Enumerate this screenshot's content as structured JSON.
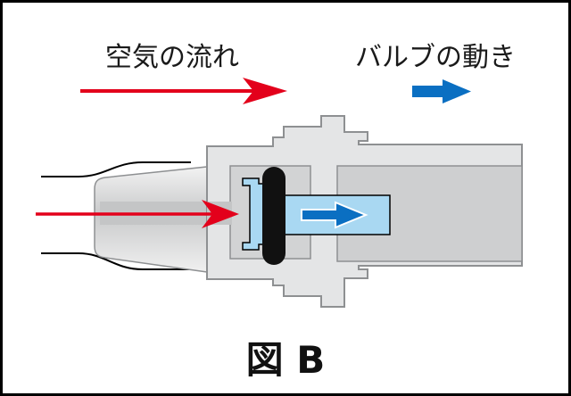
{
  "labels": {
    "air_flow": "空気の流れ",
    "valve_motion": "バルブの動き"
  },
  "caption": "図 B",
  "colors": {
    "air_arrow": "#e3001b",
    "valve_arrow": "#0a6fc2",
    "valve_body": "#a9d8f2",
    "housing": "#e4e5e6",
    "housing_outline": "#8e9092",
    "seal": "#111111"
  }
}
